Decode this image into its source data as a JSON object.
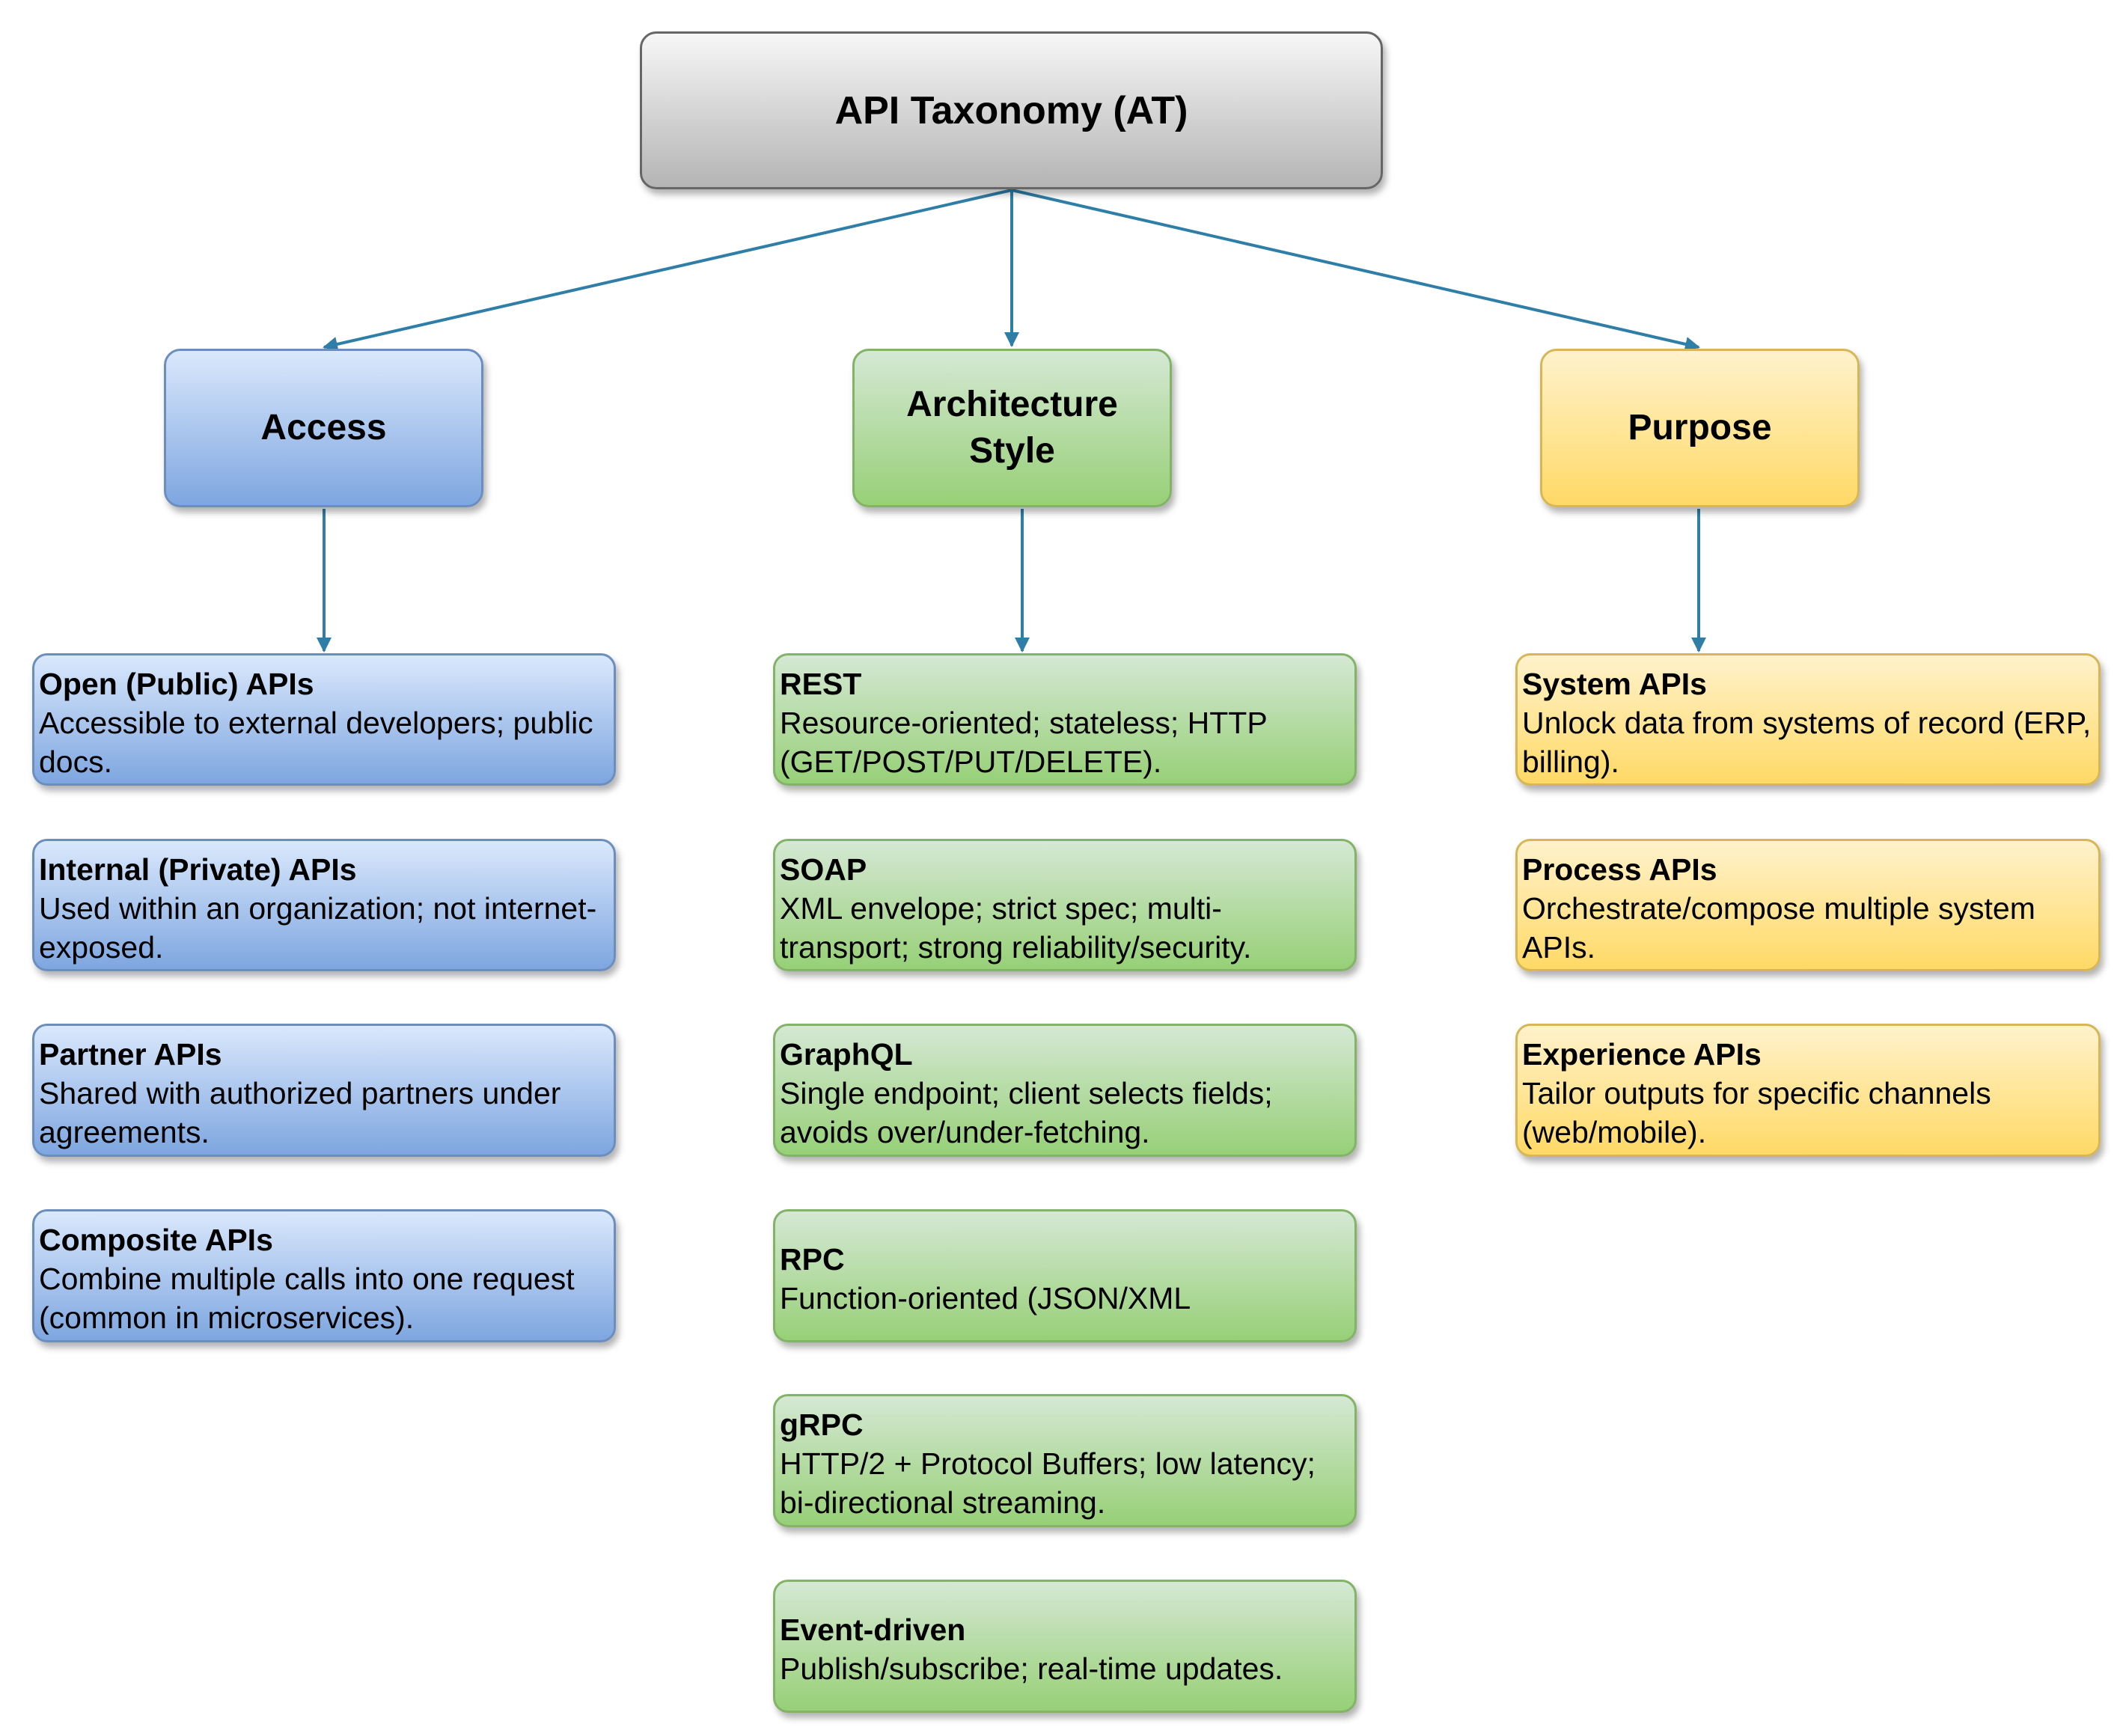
{
  "root": {
    "title": "API Taxonomy (AT)"
  },
  "categories": [
    {
      "label": "Access",
      "items": [
        {
          "title": "Open (Public) APIs",
          "desc": "Accessible to external developers; public docs."
        },
        {
          "title": "Internal (Private) APIs",
          "desc": "Used within an organization; not internet-exposed."
        },
        {
          "title": "Partner APIs",
          "desc": "Shared with authorized partners under agreements."
        },
        {
          "title": "Composite APIs",
          "desc": "Combine multiple calls into one request (common in microservices)."
        }
      ]
    },
    {
      "label": "Architecture\nStyle",
      "items": [
        {
          "title": "REST",
          "desc": "Resource-oriented; stateless; HTTP (GET/POST/PUT/DELETE)."
        },
        {
          "title": "SOAP",
          "desc": "XML envelope; strict spec; multi-transport; strong reliability/security."
        },
        {
          "title": "GraphQL",
          "desc": "Single endpoint; client selects fields; avoids over/under-fetching."
        },
        {
          "title": "RPC",
          "desc": "Function-oriented (JSON/XML"
        },
        {
          "title": "gRPC",
          "desc": "HTTP/2 + Protocol Buffers; low latency; bi-directional streaming."
        },
        {
          "title": "Event-driven",
          "desc": "Publish/subscribe; real-time updates."
        }
      ]
    },
    {
      "label": "Purpose",
      "items": [
        {
          "title": "System APIs",
          "desc": "Unlock data from systems of record (ERP, billing)."
        },
        {
          "title": "Process APIs",
          "desc": "Orchestrate/compose multiple system APIs."
        },
        {
          "title": "Experience APIs",
          "desc": "Tailor outputs for specific channels (web/mobile)."
        }
      ]
    }
  ],
  "colors": {
    "edge": "#2e7ea8",
    "blue": "#7ea6e0",
    "green": "#97d077",
    "yellow": "#ffd966",
    "gray": "#b4b4b4"
  }
}
